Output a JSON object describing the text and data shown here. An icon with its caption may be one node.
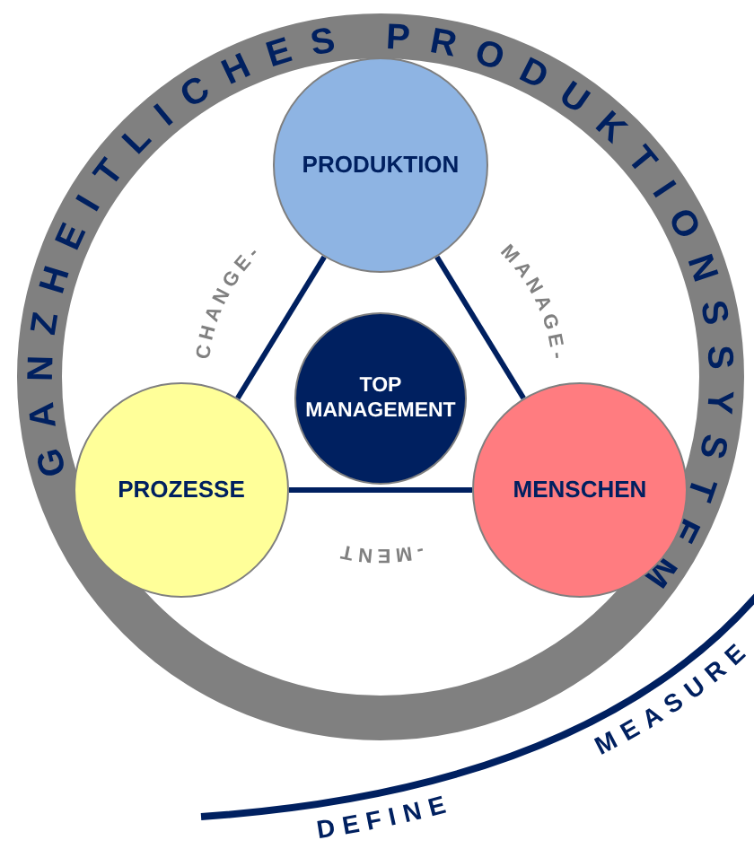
{
  "diagram": {
    "nodes": [
      {
        "text": [
          "PRODUKTION"
        ]
      },
      {
        "text": [
          "TOP MANAGEMENT"
        ]
      },
      {
        "text": [
          "PROZESSE"
        ]
      },
      {
        "text": [
          "MENSCHEN"
        ]
      }
    ],
    "edges": [
      {
        "from": 0,
        "to": 2,
        "arrow": "none"
      },
      {
        "from": 0,
        "to": 3,
        "arrow": "none"
      },
      {
        "from": 2,
        "to": 3,
        "arrow": "none"
      }
    ],
    "labels": [
      "GANZHEITLICHES PRODUKTIONSSYSTEM",
      "CHANGE-",
      "MANAGE-",
      "-MENT",
      "DEFINE",
      "MEASURE"
    ]
  }
}
